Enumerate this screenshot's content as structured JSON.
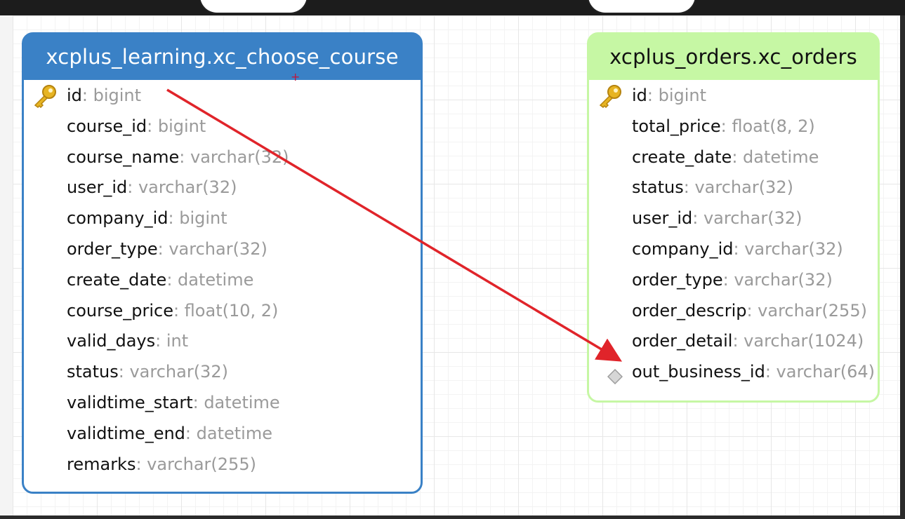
{
  "diagram": {
    "tables": [
      {
        "name": "xcplus_learning.xc_choose_course",
        "header_color": "#3a81c6",
        "columns": [
          {
            "name": "id",
            "type": ": bigint",
            "icon": "key-icon"
          },
          {
            "name": "course_id",
            "type": ": bigint"
          },
          {
            "name": "course_name",
            "type": ": varchar(32)"
          },
          {
            "name": "user_id",
            "type": ": varchar(32)"
          },
          {
            "name": "company_id",
            "type": ": bigint"
          },
          {
            "name": "order_type",
            "type": ": varchar(32)"
          },
          {
            "name": "create_date",
            "type": ": datetime"
          },
          {
            "name": "course_price",
            "type": ": float(10, 2)"
          },
          {
            "name": "valid_days",
            "type": ": int"
          },
          {
            "name": "status",
            "type": ": varchar(32)"
          },
          {
            "name": "validtime_start",
            "type": ": datetime"
          },
          {
            "name": "validtime_end",
            "type": ": datetime"
          },
          {
            "name": "remarks",
            "type": ": varchar(255)"
          }
        ]
      },
      {
        "name": "xcplus_orders.xc_orders",
        "header_color": "#c6f7a4",
        "columns": [
          {
            "name": "id",
            "type": ": bigint",
            "icon": "key-icon"
          },
          {
            "name": "total_price",
            "type": ": float(8, 2)"
          },
          {
            "name": "create_date",
            "type": ": datetime"
          },
          {
            "name": "status",
            "type": ": varchar(32)"
          },
          {
            "name": "user_id",
            "type": ": varchar(32)"
          },
          {
            "name": "company_id",
            "type": ": varchar(32)"
          },
          {
            "name": "order_type",
            "type": ": varchar(32)"
          },
          {
            "name": "order_descrip",
            "type": ": varchar(255)"
          },
          {
            "name": "order_detail",
            "type": ": varchar(1024)"
          },
          {
            "name": "out_business_id",
            "type": ": varchar(64)",
            "icon": "diamond-icon"
          }
        ]
      }
    ],
    "relationship": {
      "from": "xcplus_learning.xc_choose_course.id",
      "to": "xcplus_orders.xc_orders.out_business_id",
      "color": "#e0242a"
    }
  }
}
